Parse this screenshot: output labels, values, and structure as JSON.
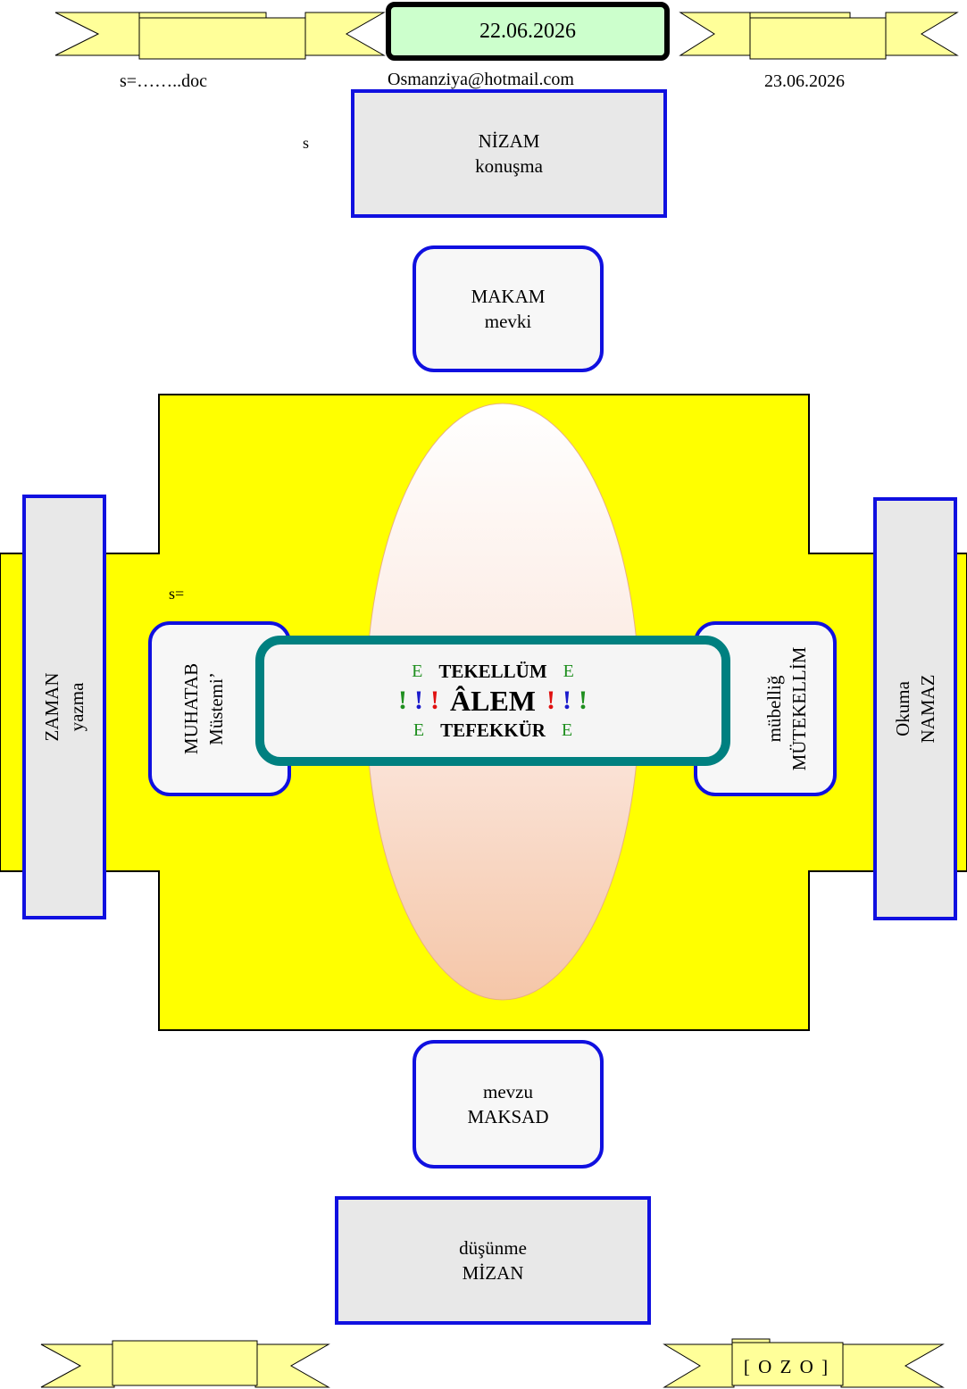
{
  "header": {
    "center_date": "22.06.2026",
    "left_label": "s=……..doc",
    "email": "Osmanziya@hotmail.com",
    "right_date": "23.06.2026"
  },
  "marks": {
    "s_top": "s",
    "s_mid": "s="
  },
  "boxes": {
    "nizam": {
      "line1": "NİZAM",
      "line2": "konuşma"
    },
    "makam": {
      "line1": "MAKAM",
      "line2": "mevki"
    },
    "mevzu": {
      "line1": "mevzu",
      "line2": "MAKSAD"
    },
    "dusunme": {
      "line1": "düşünme",
      "line2": "MİZAN"
    },
    "zaman": {
      "line1": "ZAMAN",
      "line2": "yazma"
    },
    "muhatab": {
      "line1": "MUHATAB",
      "line2": "Müstemi’"
    },
    "mubellig": {
      "line1": "mübelliğ",
      "line2": "MÜTEKELLİM"
    },
    "okuma": {
      "line1": "Okuma",
      "line2": "NAMAZ"
    }
  },
  "center": {
    "e": "E",
    "top_word": "TEKELLÜM",
    "main_word": "ÂLEM",
    "bottom_word": "TEFEKKÜR",
    "exclaim": "!",
    "colors": {
      "green": "#1f8f1f",
      "blue": "#1a1acc",
      "red": "#e01010"
    }
  },
  "footer": {
    "label": "[ O Z O ]"
  },
  "colors": {
    "yellow": "#ffff00",
    "ribbon": "#ffff99",
    "border_blue": "#1010e0",
    "teal": "#008080",
    "date_bg": "#ccffcc"
  }
}
